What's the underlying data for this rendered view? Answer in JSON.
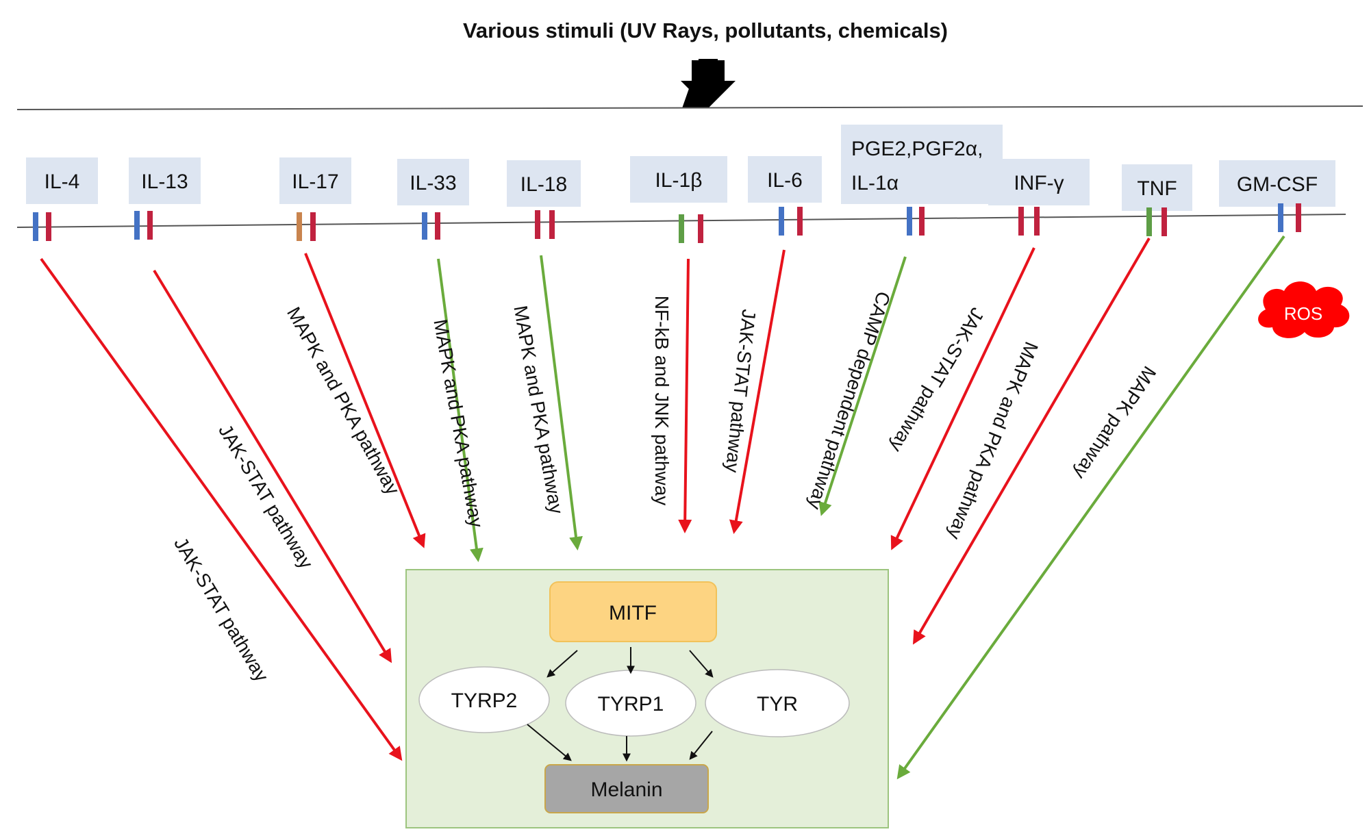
{
  "stimulus_text": "Various stimuli (UV Rays, pollutants, chemicals)",
  "colors": {
    "inhibit_arrow": "#e8121c",
    "activate_arrow": "#6aab3c",
    "receptor_label_bg": "#dde5f1",
    "melanocyte_box_bg": "#e4efd9",
    "melanocyte_box_border": "#9cc47e",
    "mitf_bg": "#fdd482",
    "melanin_bg": "#a6a6a6",
    "ros_fill": "#ff0000"
  },
  "receptors": [
    {
      "label": "IL-4",
      "bars": [
        "#4472c4",
        "#c0223f"
      ]
    },
    {
      "label": "IL-13",
      "bars": [
        "#4472c4",
        "#c0223f"
      ]
    },
    {
      "label": "IL-17",
      "bars": [
        "#c9844e",
        "#c0223f"
      ]
    },
    {
      "label": "IL-33",
      "bars": [
        "#4472c4",
        "#c0223f"
      ]
    },
    {
      "label": "IL-18",
      "bars": [
        "#c0223f",
        "#c0223f"
      ]
    },
    {
      "label": "IL-1β",
      "bars": [
        "#5e9e46",
        "#c0223f"
      ]
    },
    {
      "label": "IL-6",
      "bars": [
        "#4472c4",
        "#c0223f"
      ]
    },
    {
      "label": "PGE2,PGF2α,",
      "label2": "IL-1α",
      "bars": [
        "#4472c4",
        "#c0223f"
      ]
    },
    {
      "label": "INF-γ",
      "bars": [
        "#c0223f",
        "#c0223f"
      ]
    },
    {
      "label": "TNF",
      "bars": [
        "#5e9e46",
        "#c0223f"
      ]
    },
    {
      "label": "GM-CSF",
      "bars": [
        "#4472c4",
        "#c0223f"
      ]
    }
  ],
  "pathways": [
    {
      "label": "JAK-STAT pathway",
      "effect": "inhibit"
    },
    {
      "label": "JAK-STAT pathway",
      "effect": "inhibit"
    },
    {
      "label": "MAPK and PKA pathway",
      "effect": "inhibit"
    },
    {
      "label": "MAPK and PKA pathway",
      "effect": "activate"
    },
    {
      "label": "MAPK and PKA pathway",
      "effect": "activate"
    },
    {
      "label": "NF-kB and JNK pathway",
      "effect": "inhibit"
    },
    {
      "label": "JAK-STAT pathway",
      "effect": "inhibit"
    },
    {
      "label": "CAMP dependent pathway",
      "effect": "activate"
    },
    {
      "label": "JAK-STAT pathway",
      "effect": "inhibit"
    },
    {
      "label": "MAPK and PKA pathway",
      "effect": "inhibit"
    },
    {
      "label": "MAPK pathway",
      "effect": "activate"
    }
  ],
  "ros_label": "ROS",
  "nodes": {
    "mitf": "MITF",
    "tyrp2": "TYRP2",
    "tyrp1": "TYRP1",
    "tyr": "TYR",
    "melanin": "Melanin"
  }
}
